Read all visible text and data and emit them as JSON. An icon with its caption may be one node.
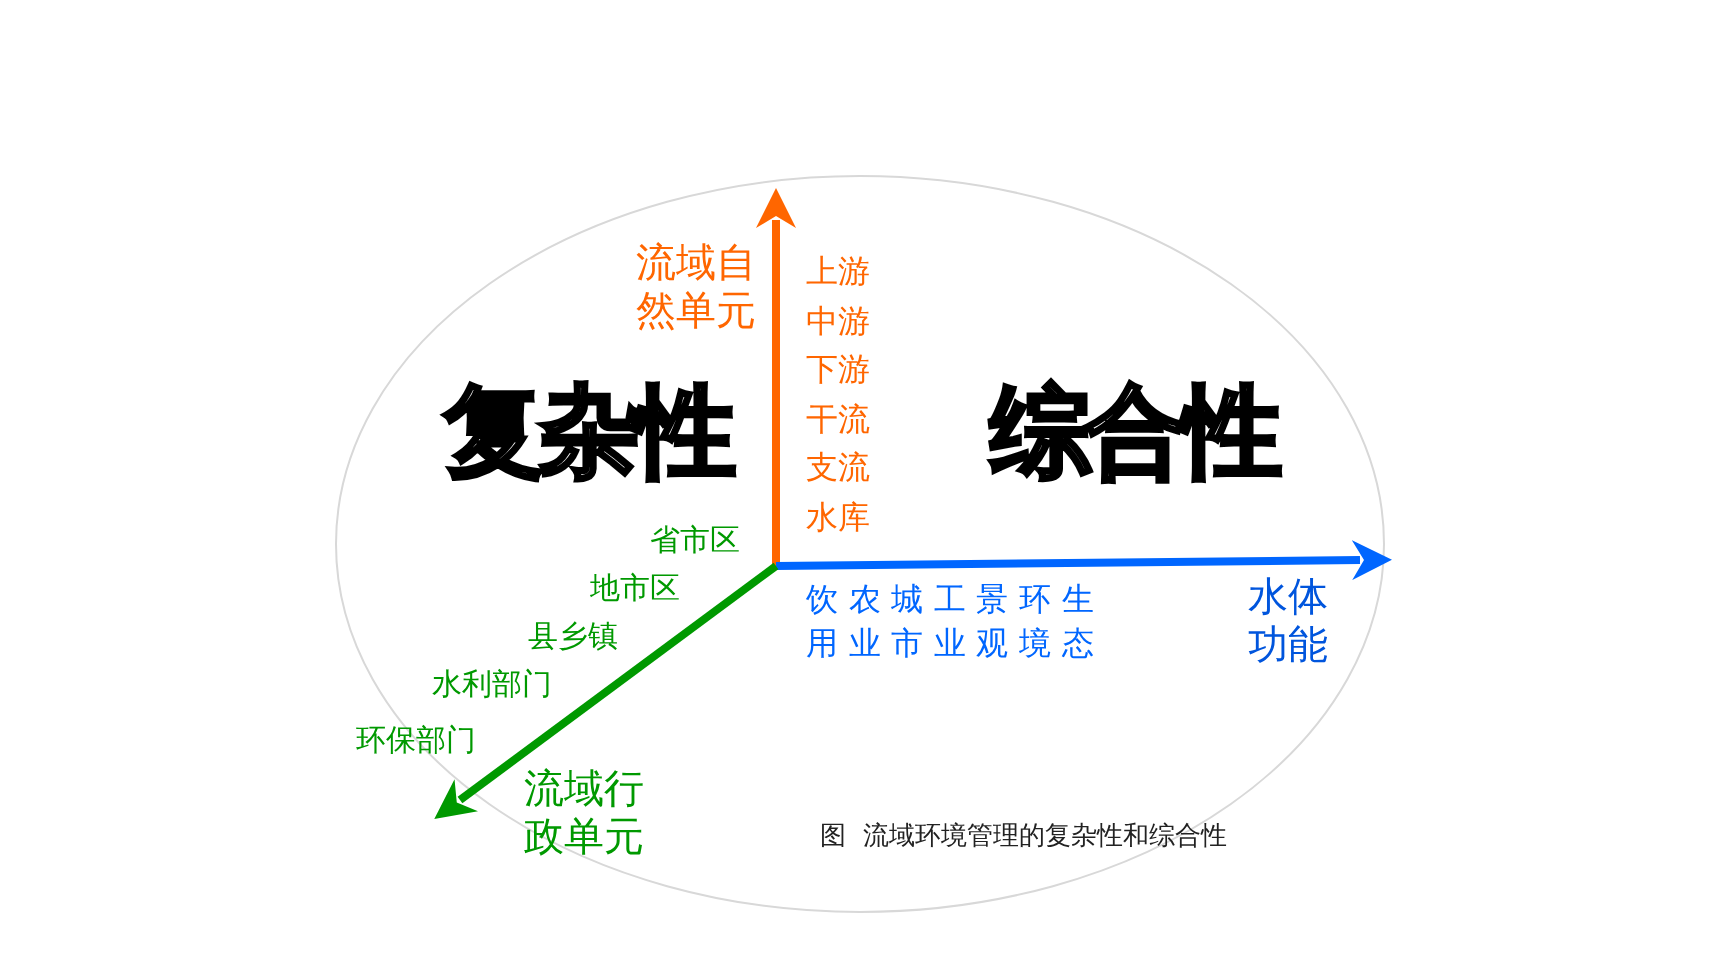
{
  "diagram": {
    "caption": "图  流域环境管理的复杂性和综合性",
    "labels": [
      "流域自然单元",
      "上游",
      "中游",
      "下游",
      "干流",
      "支流",
      "水库",
      "复杂性",
      "综合性",
      "省市区",
      "地市区",
      "县乡镇",
      "水利部门",
      "环保部门",
      "饮用",
      "农业",
      "城市",
      "工业",
      "景观",
      "环境",
      "生态",
      "水体功能",
      "流域行政单元"
    ]
  }
}
